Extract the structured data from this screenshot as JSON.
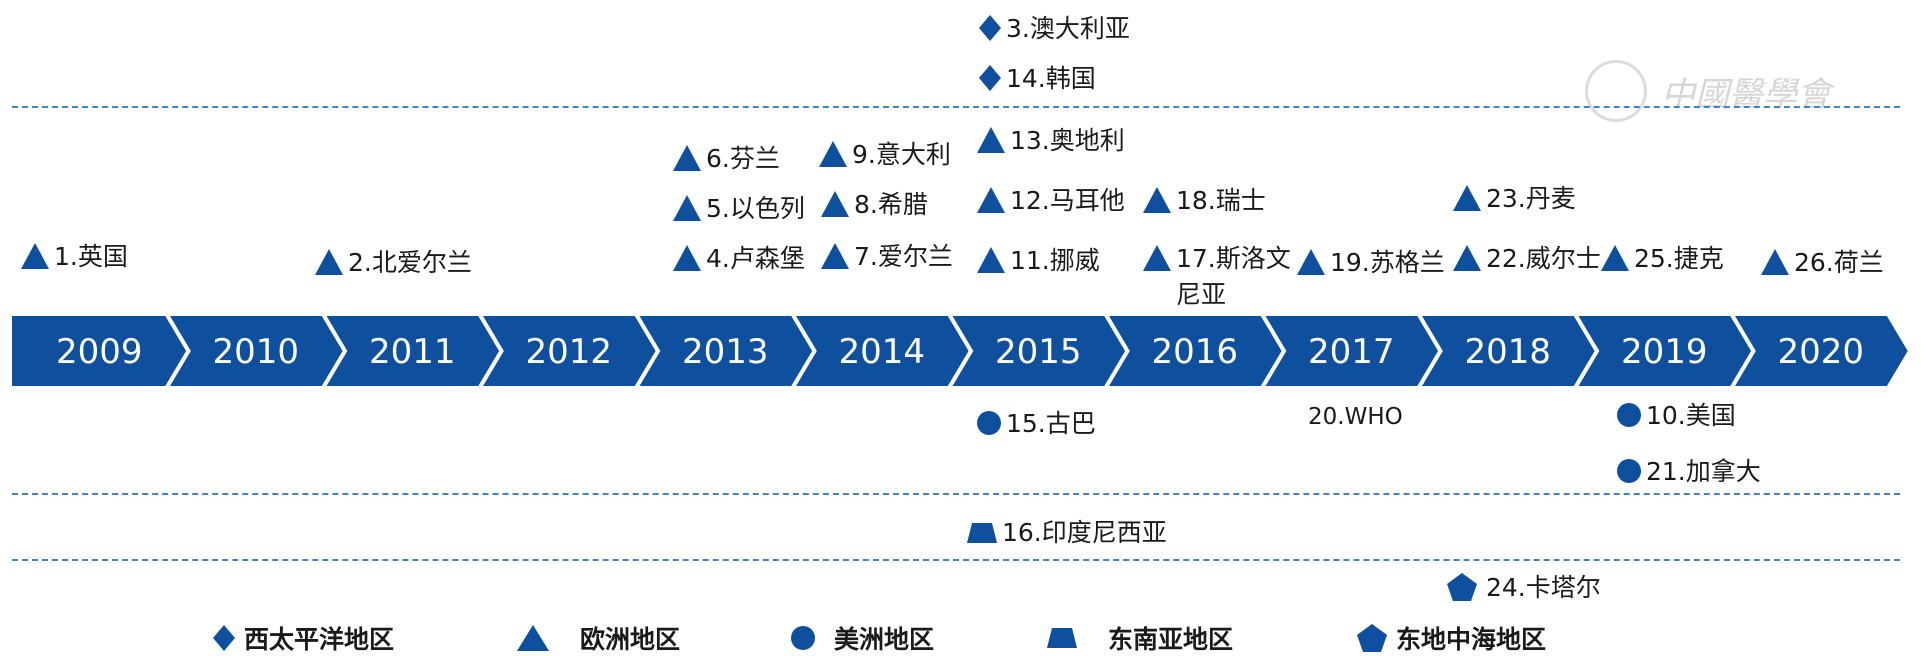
{
  "colors": {
    "arrow": "#0e4f9e",
    "marker": "#0e4f9e",
    "dash": "#3f84c6"
  },
  "years": [
    "2009",
    "2010",
    "2011",
    "2012",
    "2013",
    "2014",
    "2015",
    "2016",
    "2017",
    "2018",
    "2019",
    "2020"
  ],
  "items": {
    "uk": "1.英国",
    "northern_ireland": "2.北爱尔兰",
    "australia": "3.澳大利亚",
    "luxembourg": "4.卢森堡",
    "israel": "5.以色列",
    "finland": "6.芬兰",
    "ireland": "7.爱尔兰",
    "greece": "8.希腊",
    "italy": "9.意大利",
    "usa": "10.美国",
    "norway": "11.挪威",
    "malta": "12.马耳他",
    "austria": "13.奥地利",
    "korea": "14.韩国",
    "cuba": "15.古巴",
    "indonesia": "16.印度尼西亚",
    "slovenia_line1": "17.斯洛文",
    "slovenia_line2": "尼亚",
    "switzerland": "18.瑞士",
    "scotland": "19.苏格兰",
    "who": "20.WHO",
    "canada": "21.加拿大",
    "wales": "22.威尔士",
    "denmark": "23.丹麦",
    "qatar": "24.卡塔尔",
    "czech": "25.捷克",
    "netherlands": "26.荷兰"
  },
  "legend": {
    "western_pacific": "西太平洋地区",
    "europe": "欧洲地区",
    "americas": "美洲地区",
    "southeast_asia": "东南亚地区",
    "east_mediterranean": "东地中海地区"
  },
  "watermark": "中國醫學會"
}
